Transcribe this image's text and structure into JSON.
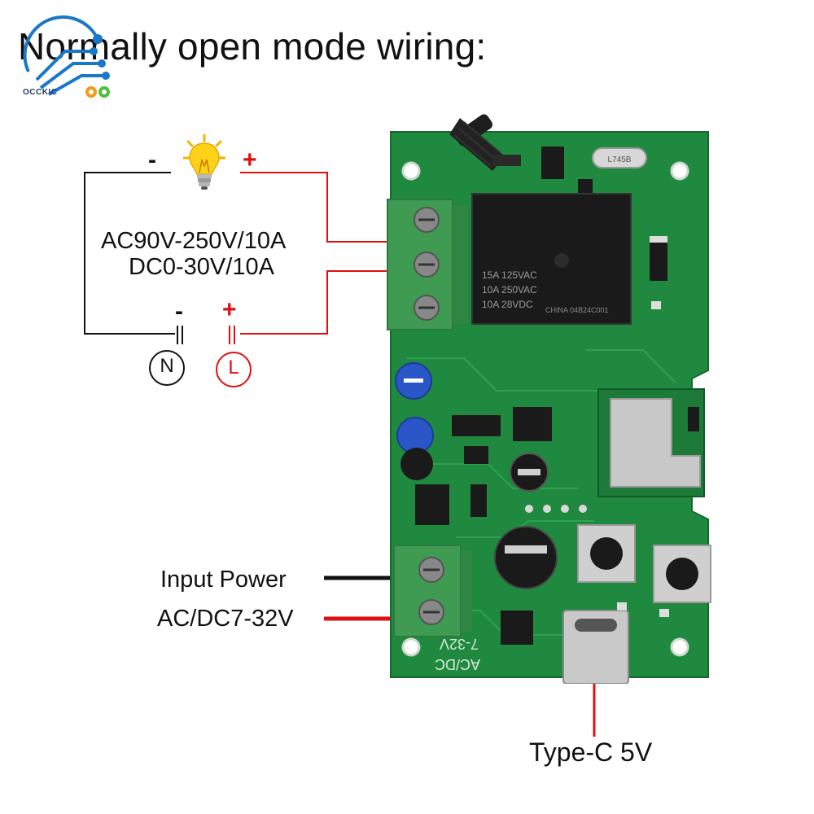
{
  "title": "Normally open mode wiring:",
  "brand": "OCCKIC",
  "load": {
    "icon": "light-bulb-icon",
    "minus": "-",
    "plus": "+",
    "spec_line1": "AC90V-250V/10A",
    "spec_line2": "DC0-30V/10A"
  },
  "source": {
    "minus": "-",
    "plus": "+",
    "neutral": "N",
    "live": "L"
  },
  "board": {
    "relay_text": [
      "15A 125VAC",
      "10A 250VAC",
      "10A 28VDC"
    ],
    "relay_maker": "CHINA 04B24C001",
    "crystal_text": "L745B",
    "silk_acdc": "AC/DC",
    "silk_volt": "7-32V"
  },
  "input": {
    "line1": "Input Power",
    "line2": "AC/DC7-32V"
  },
  "usb": {
    "label": "Type-C 5V"
  },
  "colors": {
    "pcb": "#1f8a3f",
    "terminal": "#3f9a52",
    "wire_red": "#e01010",
    "wire_black": "#111111",
    "relay": "#1a1a1a"
  }
}
